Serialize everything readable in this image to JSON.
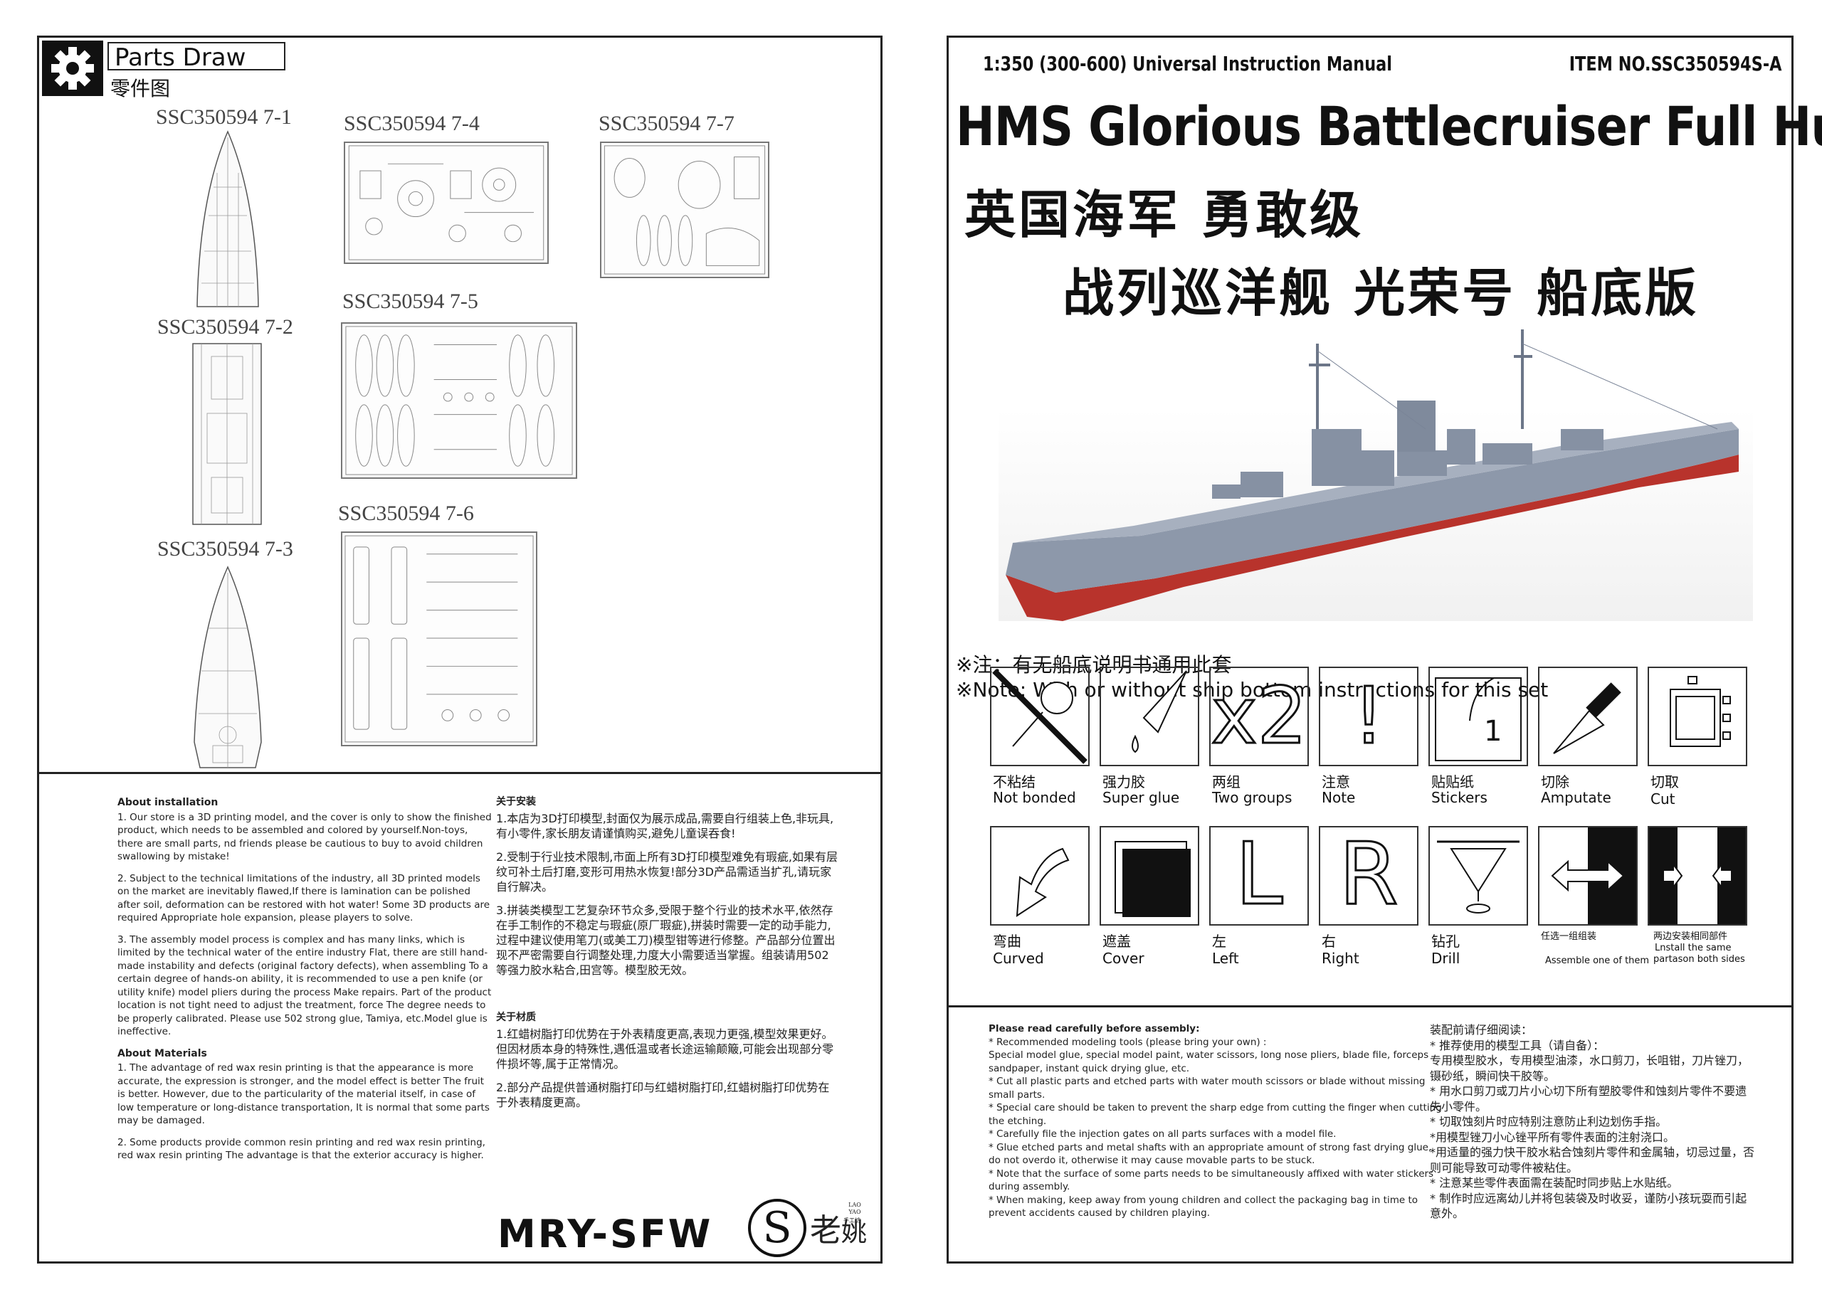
{
  "left": {
    "header": {
      "title": "Parts Draw",
      "subtitle": "零件图"
    },
    "parts": [
      {
        "label": "SSC350594 7-1"
      },
      {
        "label": "SSC350594 7-4"
      },
      {
        "label": "SSC350594 7-7"
      },
      {
        "label": "SSC350594 7-5"
      },
      {
        "label": "SSC350594 7-2"
      },
      {
        "label": "SSC350594 7-6"
      },
      {
        "label": "SSC350594 7-3"
      }
    ],
    "installation_en": {
      "heading": "About installation",
      "items": [
        "1. Our store is a 3D printing model, and the cover is only to show the finished product, which needs to be assembled and colored by yourself.Non-toys, there are small parts, nd friends please be cautious to buy to avoid children swallowing by mistake!",
        "2. Subject to the technical limitations of the industry, all 3D printed models on the market are inevitably flawed,If there is lamination can be polished after soil, deformation can be restored with hot water! Some 3D products are required Appropriate hole expansion, please players to solve.",
        "3. The assembly model process is complex and has many links, which is limited by the technical water of the entire industry Flat, there are still hand-made instability and defects (original factory defects), when assembling To a certain degree of hands-on ability, it is recommended to use a pen knife (or utility knife) model pliers during the process Make repairs. Part of the product location is not tight need to adjust the treatment, force The degree needs to be properly calibrated. Please use 502 strong glue, Tamiya, etc.Model glue is ineffective."
      ]
    },
    "materials_en": {
      "heading": "About Materials",
      "items": [
        "1. The advantage of red wax resin printing is that the appearance is more accurate, the expression is stronger, and the model effect is better The fruit is better. However, due to the particularity of the material itself, in case of low temperature or long-distance transportation, It is normal that some parts may be damaged.",
        "2. Some products provide common resin printing and red wax resin printing, red wax resin printing The advantage is that the exterior accuracy is higher."
      ]
    },
    "installation_cn": {
      "heading": "关于安装",
      "items": [
        "1.本店为3D打印模型,封面仅为展示成品,需要自行组装上色,非玩具,有小零件,家长朋友请谨慎购买,避免儿童误吞食!",
        "2.受制于行业技术限制,市面上所有3D打印模型难免有瑕疵,如果有层纹可补土后打磨,变形可用热水恢复!部分3D产品需适当扩孔,请玩家自行解决。",
        "3.拼装类模型工艺复杂环节众多,受限于整个行业的技术水平,依然存在手工制作的不稳定与瑕疵(原厂瑕疵),拼装时需要一定的动手能力,过程中建议使用笔刀(或美工刀)模型钳等进行修整。产品部分位置出现不严密需要自行调整处理,力度大小需要适当掌握。组装请用502等强力胶水粘合,田宫等。模型胶无效。"
      ]
    },
    "materials_cn": {
      "heading": "关于材质",
      "items": [
        "1.红蜡树脂打印优势在于外表精度更高,表现力更强,模型效果更好。但因材质本身的特殊性,遇低温或者长途运输颠簸,可能会出现部分零件损坏等,属于正常情况。",
        "2.部分产品提供普通树脂打印与红蜡树脂打印,红蜡树脂打印优势在于外表精度更高。"
      ]
    },
    "logo": {
      "brand": "MRY-SFW",
      "mark": "S",
      "mark2": "老",
      "mark3": "姚",
      "small": "LAO YAO",
      "small2": "手工坊"
    }
  },
  "right": {
    "scale_line": "1:350 (300-600)  Universal Instruction Manual",
    "item_no": "ITEM NO.SSC350594S-A",
    "title_en": "HMS Glorious Battlecruiser Full Hull",
    "title_cn_1": "英国海军 勇敢级",
    "title_cn_2": "战列巡洋舰 光荣号  船底版",
    "note_cn": "※注：有无船底说明书通用此套",
    "note_en": "※Note: With or without ship bottom instructions for this set",
    "icons": [
      {
        "cn": "不粘结",
        "en": "Not bonded"
      },
      {
        "cn": "强力胶",
        "en": "Super glue"
      },
      {
        "cn": "两组",
        "en": "Two groups",
        "glyph": "x2"
      },
      {
        "cn": "注意",
        "en": "Note",
        "glyph": "!"
      },
      {
        "cn": "贴贴纸",
        "en": "Stickers",
        "glyph": "1"
      },
      {
        "cn": "切除",
        "en": "Amputate"
      },
      {
        "cn": "切取",
        "en": "Cut"
      },
      {
        "cn": "弯曲",
        "en": "Curved"
      },
      {
        "cn": "遮盖",
        "en": "Cover"
      },
      {
        "cn": "左",
        "en": "Left",
        "glyph": "L"
      },
      {
        "cn": "右",
        "en": "Right",
        "glyph": "R"
      },
      {
        "cn": "钻孔",
        "en": "Drill"
      },
      {
        "cn": "任选一组组装",
        "en": "Assemble one of them"
      },
      {
        "cn": "两边安装相同部件",
        "en": "Lnstall the same",
        "en2": "partason both sides"
      }
    ],
    "assembly_en": {
      "heading": "Please read carefully before assembly:",
      "lines": [
        "* Recommended modeling tools (please bring your own) :",
        "Special model glue, special model paint, water scissors, long nose pliers, blade file, forceps sandpaper, instant quick drying glue, etc.",
        "* Cut all plastic parts and etched parts with water mouth scissors or blade without missing small parts.",
        "* Special care should be taken to prevent the sharp edge from cutting the finger when cutting the etching.",
        "* Carefully file the injection gates on all parts surfaces with a model file.",
        "* Glue etched parts and metal shafts with an appropriate amount of strong fast drying glue, do not overdo it, otherwise it may cause movable parts to be stuck.",
        "* Note that the surface of some parts needs to be simultaneously affixed with water stickers during assembly.",
        "* When making, keep away from young children and collect the packaging bag in time to prevent accidents caused by children playing."
      ]
    },
    "assembly_cn": {
      "heading": "装配前请仔细阅读：",
      "lines": [
        "* 推荐使用的模型工具（请自备）：",
        "专用模型胶水，专用模型油漆，水口剪刀，长咀钳，刀片锉刀，镊砂纸，瞬间快干胶等。",
        "* 用水口剪刀或刀片小心切下所有塑胶零件和蚀刻片零件不要遗失小零件。",
        "* 切取蚀刻片时应特别注意防止利边划伤手指。",
        "*用模型锉刀小心锉平所有零件表面的注射浇口。",
        "*用适量的强力快干胶水粘合蚀刻片零件和金属轴，切忌过量，否则可能导致可动零件被粘住。",
        "* 注意某些零件表面需在装配时同步贴上水贴纸。",
        "* 制作时应远离幼儿并将包装袋及时收妥，谨防小孩玩耍而引起意外。"
      ]
    },
    "colors": {
      "hull_grey": "#8d98aa",
      "hull_red": "#b8332c",
      "ink": "#111111"
    }
  }
}
